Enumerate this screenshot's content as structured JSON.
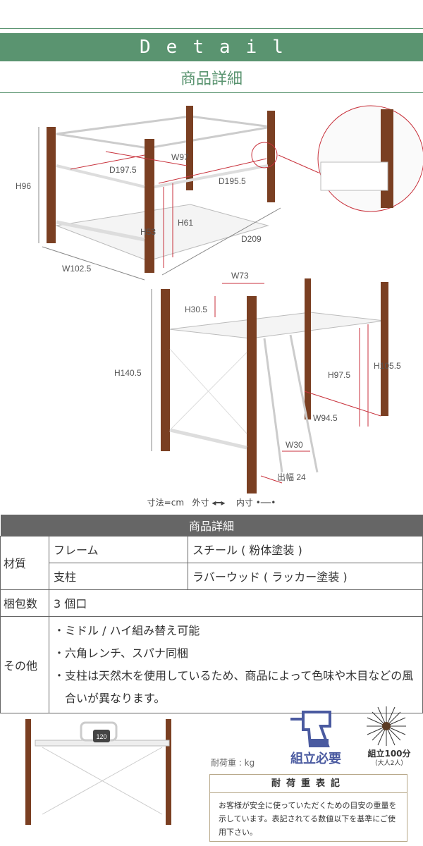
{
  "header": {
    "title": "Detail",
    "subtitle": "商品詳細"
  },
  "diagram1": {
    "labels": {
      "h96": "H96",
      "w97": "W97",
      "d1975": "D197.5",
      "d1955": "D195.5",
      "h61": "H61",
      "h53": "H53",
      "d209": "D209",
      "w1025": "W102.5"
    }
  },
  "diagram2": {
    "labels": {
      "w73": "W73",
      "h305": "H30.5",
      "h1405": "H140.5",
      "h1055": "H105.5",
      "h975": "H97.5",
      "w945": "W94.5",
      "w30": "W30",
      "out24": "出幅 24"
    }
  },
  "legend": {
    "unit": "寸法=cm",
    "outer": "外寸",
    "inner": "内寸"
  },
  "spec_table": {
    "title": "商品詳細",
    "material_label": "材質",
    "rows": [
      {
        "part": "フレーム",
        "value": "スチール ( 粉体塗装 )"
      },
      {
        "part": "支柱",
        "value": "ラバーウッド ( ラッカー塗装 )"
      }
    ],
    "package_label": "梱包数",
    "package_value": "3 個口",
    "other_label": "その他",
    "notes": [
      "・ミドル / ハイ組み替え可能",
      "・六角レンチ、スパナ同梱",
      "・支柱は天然木を使用しているため、商品によって色味や木目などの風合いが異なります。"
    ]
  },
  "bottom": {
    "load_value": "120",
    "load_unit": "耐荷重 : kg",
    "assembly_required": "組立必要",
    "assembly_time": "組立100分",
    "assembly_people": "（大人2人）",
    "notice_title": "耐荷重表記",
    "notice_text": "お客様が安全に使っていただくための目安の重量を示しています。表記されてる数値以下を基準にご使用下さい。"
  },
  "colors": {
    "accent": "#5a9470",
    "dimension": "#c8323c",
    "wood": "#7a3f22",
    "assembly": "#4a5aa0"
  }
}
